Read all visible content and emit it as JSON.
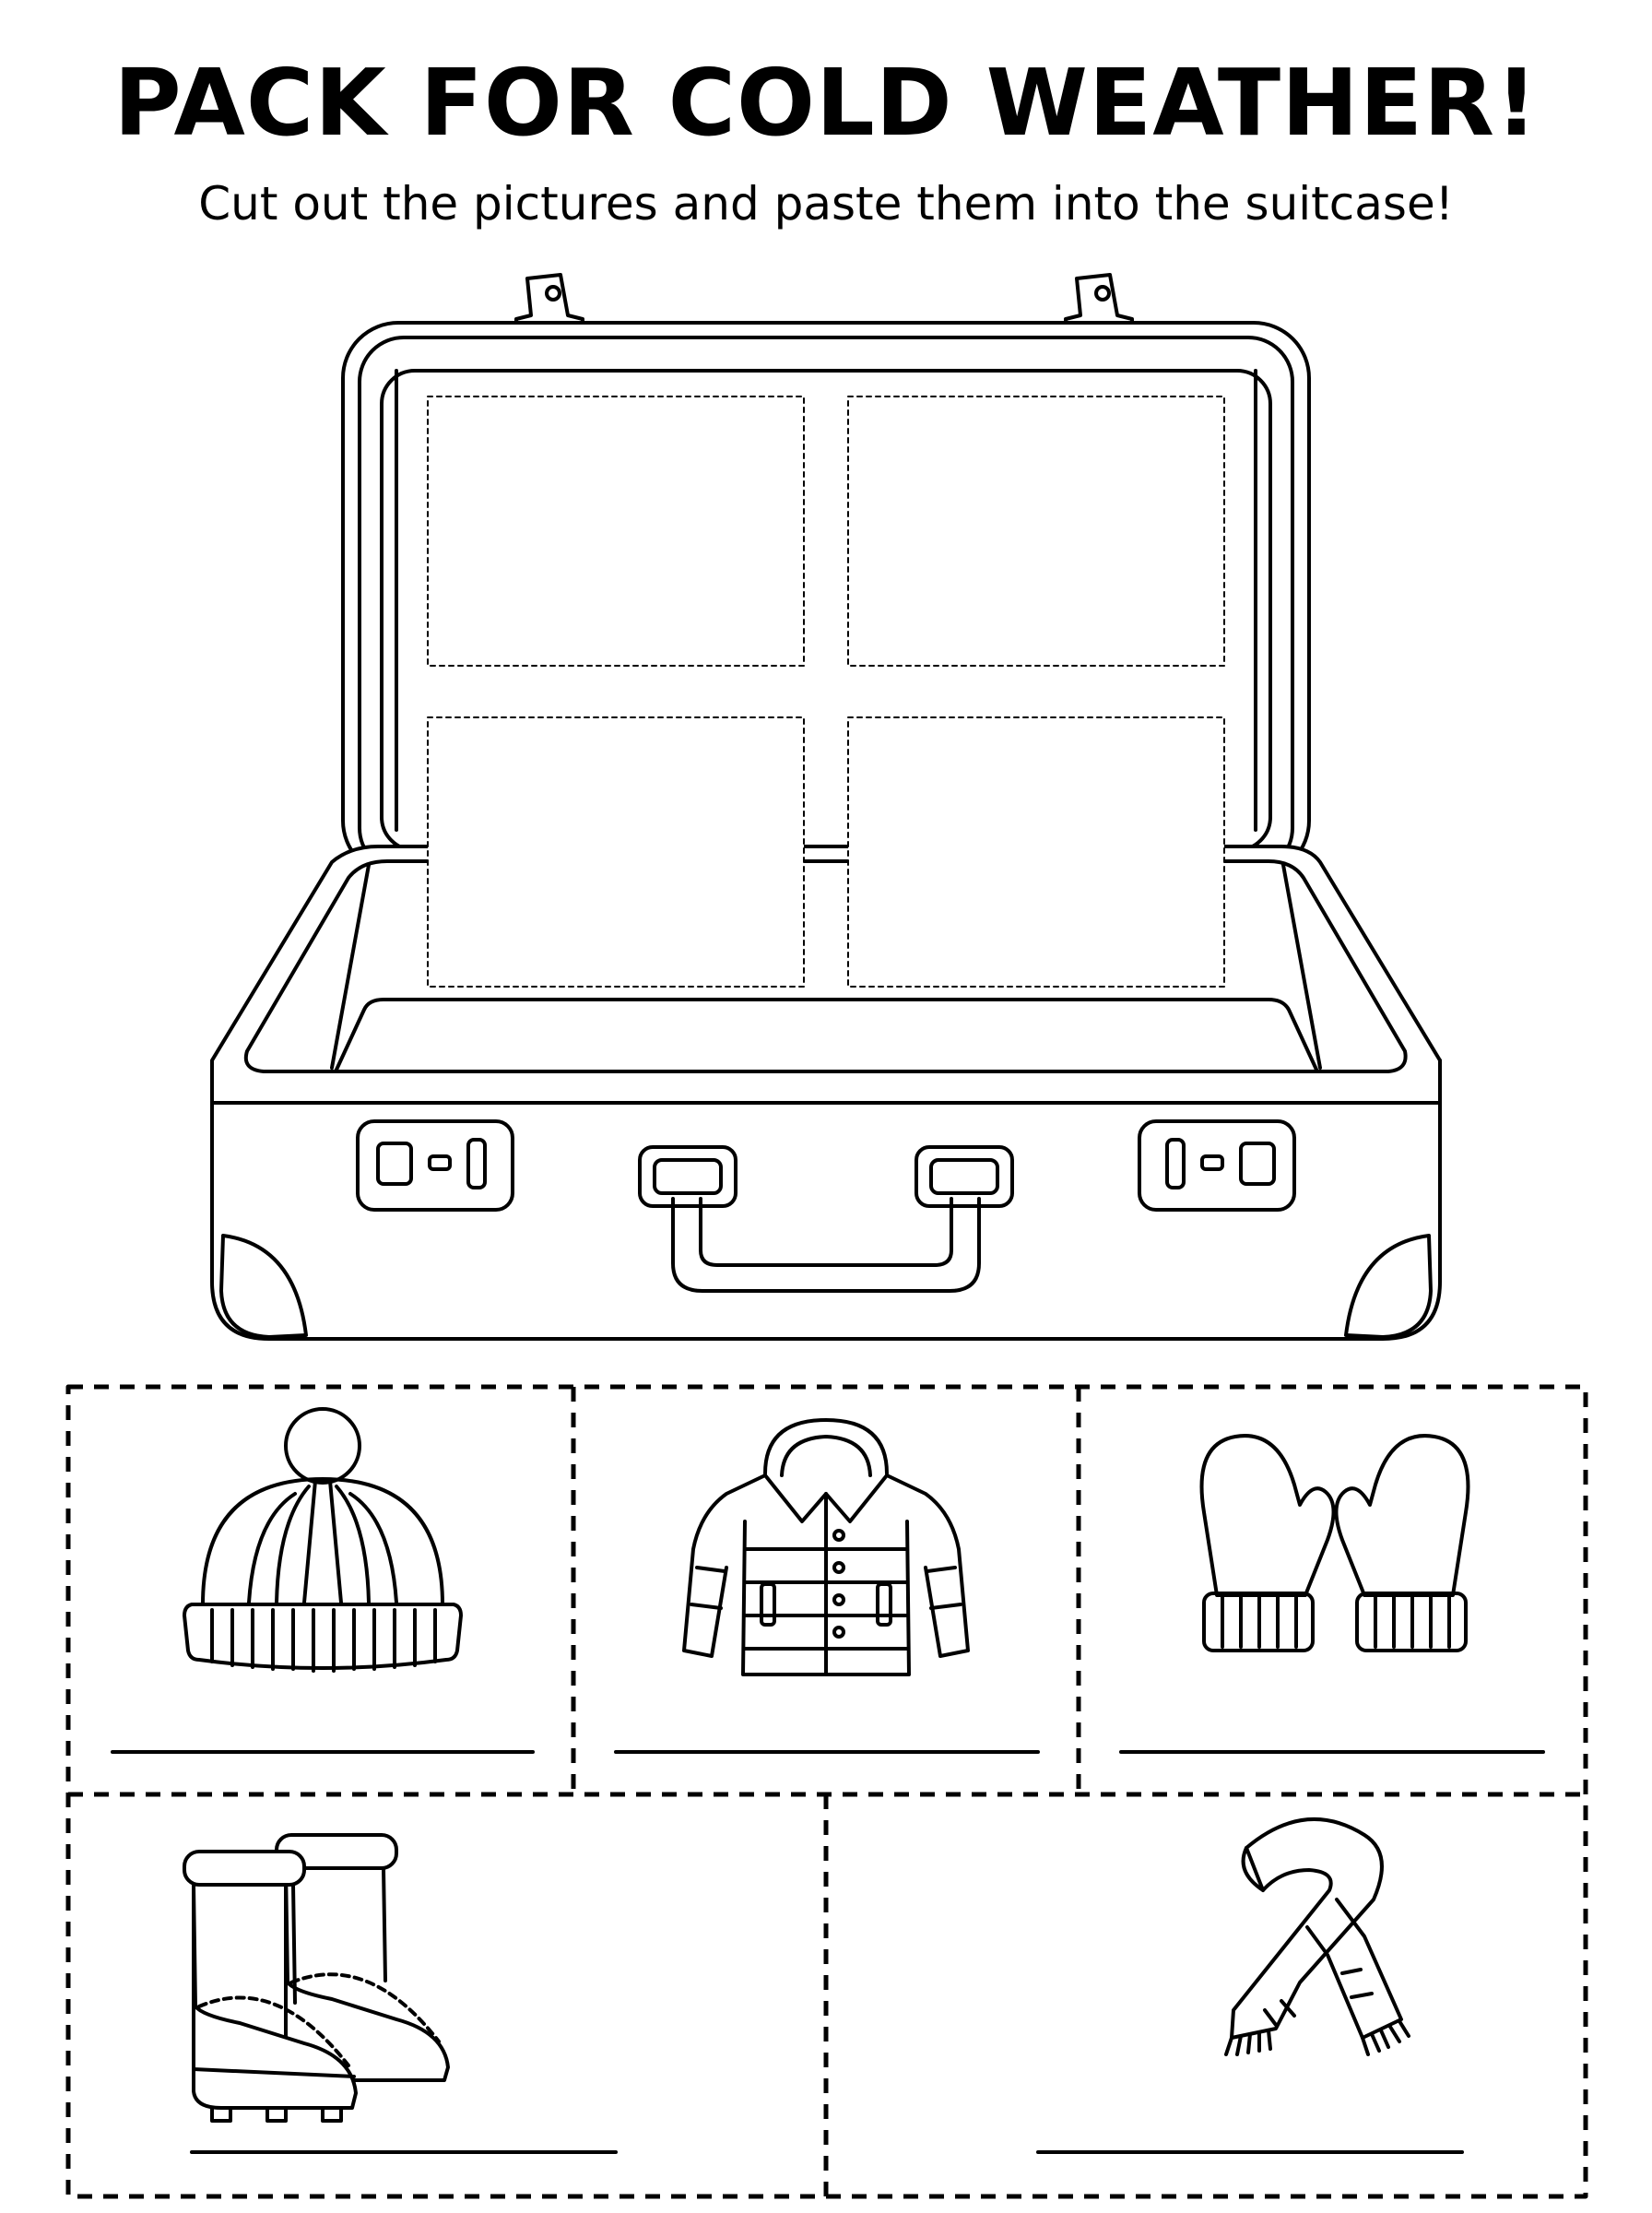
{
  "worksheet": {
    "title": "PACK FOR COLD WEATHER!",
    "instructions": "Cut out the pictures and paste them into the suitcase!"
  },
  "suitcase": {
    "paste_slots": 4
  },
  "cutout_cards": [
    {
      "item": "hat-icon"
    },
    {
      "item": "jacket-icon"
    },
    {
      "item": "mittens-icon"
    },
    {
      "item": "boots-icon"
    },
    {
      "item": "scarf-icon"
    }
  ],
  "colors": {
    "ink": "#000000",
    "paper": "#ffffff"
  }
}
